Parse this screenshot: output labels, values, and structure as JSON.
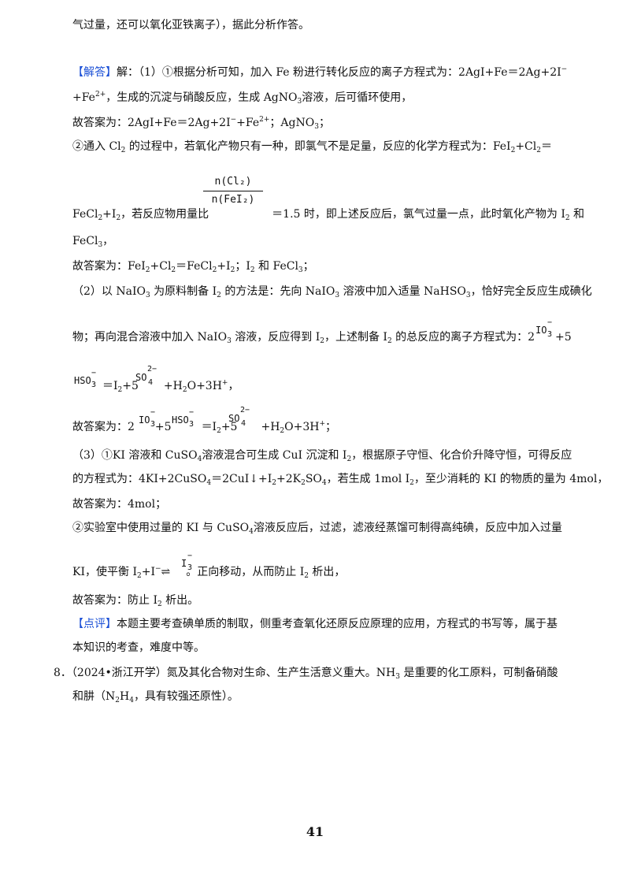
{
  "lines": {
    "l1": "气过量，还可以氧化亚铁离子），据此分析作答。",
    "l2_tag": "【解答】",
    "l2_pre": "解：（1）①根据分析可知，加入 Fe 粉进行转化反应的离子方程式为：2AgI+Fe＝2Ag+2I",
    "l2_sup": "−",
    "l3_a": "+Fe",
    "l3_sup": "2+",
    "l3_b": "，生成的沉淀与硝酸反应，生成 AgNO",
    "l3_sub": "3",
    "l3_c": "溶液，后可循环使用，",
    "l4_a": "故答案为：2AgI+Fe＝2Ag+2I",
    "l4_sup1": "−",
    "l4_b": "+Fe",
    "l4_sup2": "2+",
    "l4_c": "；AgNO",
    "l4_sub": "3",
    "l4_d": "；",
    "l5_a": "②通入 Cl",
    "l5_sub1": "2",
    "l5_b": " 的过程中，若氧化产物只有一种，即氯气不是足量，反应的化学方程式为：FeI",
    "l5_sub2": "2",
    "l5_c": "+Cl",
    "l5_sub3": "2",
    "l5_d": "＝",
    "frac_num": "n(Cl₂)",
    "frac_den": "n(FeI₂)",
    "l6_a": "FeCl",
    "l6_sub1": "2",
    "l6_b": "+I",
    "l6_sub2": "2",
    "l6_c": "，若反应物用量比",
    "l6_d": "＝1.5 时，即上述反应后，氯气过量一点，此时氧化产物为 I",
    "l6_sub3": "2",
    "l6_e": " 和",
    "l7_a": "FeCl",
    "l7_sub": "3",
    "l7_b": "，",
    "l8_a": "故答案为：FeI",
    "l8_s1": "2",
    "l8_b": "+Cl",
    "l8_s2": "2",
    "l8_c": "＝FeCl",
    "l8_s3": "2",
    "l8_d": "+I",
    "l8_s4": "2",
    "l8_e": "；I",
    "l8_s5": "2",
    "l8_f": " 和 FeCl",
    "l8_s6": "3",
    "l8_g": "；",
    "l9_a": "（2）以 NaIO",
    "l9_s1": "3",
    "l9_b": " 为原料制备 I",
    "l9_s2": "2",
    "l9_c": " 的方法是：先向 NaIO",
    "l9_s3": "3",
    "l9_d": " 溶液中加入适量 NaHSO",
    "l9_s4": "3",
    "l9_e": "，恰好完全反应生成碘化",
    "l10_a": "物；再向混合溶液中加入 NaIO",
    "l10_s1": "3",
    "l10_b": " 溶液，反应得到 I",
    "l10_s2": "2",
    "l10_c": "，上述制备 I",
    "l10_s3": "2",
    "l10_d": " 的总反应的离子方程式为：2",
    "l10_e": "+5",
    "ion_io3": "IO",
    "ion_io3_n": "3",
    "ion_minus": "−",
    "ion_hso3": "HSO",
    "ion_hso3_n": "3",
    "ion_so4": "SO",
    "ion_so4_n": "4",
    "ion_so4_c": "2−",
    "ion_i3": "I",
    "ion_i3_n": "3",
    "l11_a": "＝I",
    "l11_s1": "2",
    "l11_b": "+5",
    "l11_c": "+H",
    "l11_s2": "2",
    "l11_d": "O+3H",
    "l11_sup": "+",
    "l11_e": "，",
    "l12_a": "故答案为：2",
    "l12_b": "+5",
    "l12_c": "＝I",
    "l12_s1": "2",
    "l12_d": "+5",
    "l12_e": "+H",
    "l12_s2": "2",
    "l12_f": "O+3H",
    "l12_sup": "+",
    "l12_g": "；",
    "l13_a": "（3）①KI 溶液和 CuSO",
    "l13_s1": "4",
    "l13_b": "溶液混合可生成 CuI 沉淀和 I",
    "l13_s2": "2",
    "l13_c": "，根据原子守恒、化合价升降守恒，可得反应",
    "l14_a": "的方程式为：4KI+2CuSO",
    "l14_s1": "4",
    "l14_b": "＝2CuI↓+I",
    "l14_s2": "2",
    "l14_c": "+2K",
    "l14_s3": "2",
    "l14_d": "SO",
    "l14_s4": "4",
    "l14_e": "，若生成 1mol  I",
    "l14_s5": "2",
    "l14_f": "，至少消耗的 KI 的物质的量为 4mol，",
    "l15": "故答案为：4mol；",
    "l16_a": "②实验室中使用过量的 KI 与 CuSO",
    "l16_s1": "4",
    "l16_b": "溶液反应后，过滤，滤液经蒸馏可制得高纯碘，反应中加入过量",
    "l17_a": "KI，使平衡 I",
    "l17_s1": "2",
    "l17_b": "+I",
    "l17_sup": "−",
    "l17_c": "⇌",
    "l17_d": "。正向移动，从而防止 I",
    "l17_s2": "2",
    "l17_e": " 析出，",
    "l18_a": "故答案为：防止 I",
    "l18_s1": "2",
    "l18_b": " 析出。",
    "l19_tag": "【点评】",
    "l19_b": "本题主要考查碘单质的制取，侧重考查氧化还原反应原理的应用，方程式的书写等，属于基",
    "l20": "本知识的考查，难度中等。",
    "l21_a": "8．（2024•浙江开学）氮及其化合物对生命、生产生活意义重大。NH",
    "l21_s1": "3",
    "l21_b": " 是重要的化工原料，可制备硝酸",
    "l22_a": "和肼（N",
    "l22_s1": "2",
    "l22_b": "H",
    "l22_s2": "4",
    "l22_c": "，具有较强还原性）。"
  },
  "page_number": "41"
}
